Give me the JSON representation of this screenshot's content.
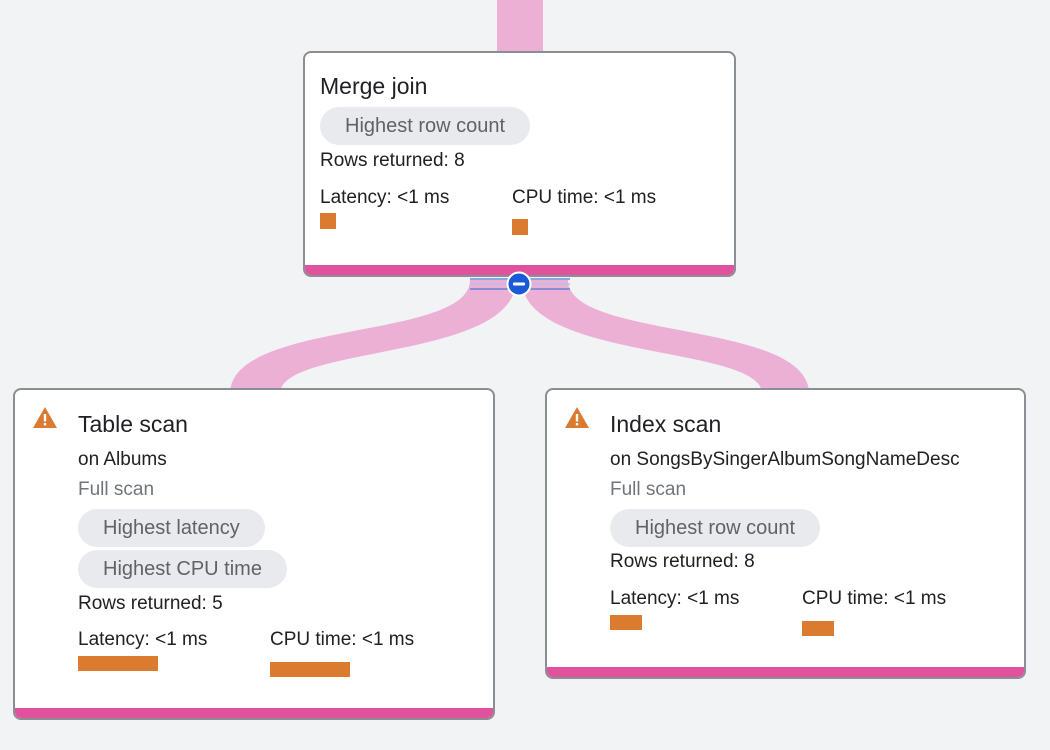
{
  "nodes": {
    "merge_join": {
      "title": "Merge join",
      "badges": [
        "Highest row count"
      ],
      "rows_returned": "Rows returned: 8",
      "latency_label": "Latency: <1 ms",
      "cpu_label": "CPU time: <1 ms"
    },
    "table_scan": {
      "title": "Table scan",
      "subtitle": "on Albums",
      "scan_type": "Full scan",
      "badges": [
        "Highest latency",
        "Highest CPU time"
      ],
      "rows_returned": "Rows returned: 5",
      "latency_label": "Latency: <1 ms",
      "cpu_label": "CPU time: <1 ms",
      "warning_icon": "warning-triangle-icon"
    },
    "index_scan": {
      "title": "Index scan",
      "subtitle": "on SongsBySingerAlbumSongNameDesc",
      "scan_type": "Full scan",
      "badges": [
        "Highest row count"
      ],
      "rows_returned": "Rows returned: 8",
      "latency_label": "Latency: <1 ms",
      "cpu_label": "CPU time: <1 ms",
      "warning_icon": "warning-triangle-icon"
    }
  },
  "colors": {
    "flow": "#ecb0d4",
    "node_accent": "#e0529e",
    "metric_bar": "#db7b30",
    "warning": "#db7b30",
    "collapse_button": "#1a5ad6"
  },
  "icons": {
    "collapse": "collapse-minus-icon"
  }
}
